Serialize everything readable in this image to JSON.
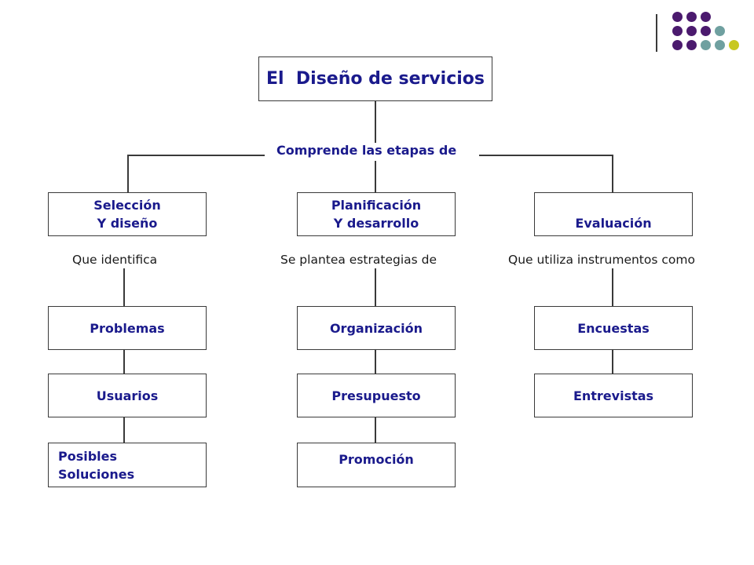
{
  "title": {
    "line1": "El",
    "line2": "Diseño de servicios"
  },
  "connector": "Comprende las etapas de",
  "stages": [
    {
      "line1": "Selección",
      "line2": "Y diseño",
      "relation": "Que identifica",
      "items": [
        {
          "line1": "Problemas"
        },
        {
          "line1": "Usuarios"
        },
        {
          "line1": "Posibles",
          "line2": "Soluciones"
        }
      ]
    },
    {
      "line1": "Planificación",
      "line2": "Y desarrollo",
      "relation": "Se plantea estrategias de",
      "items": [
        {
          "line1": "Organización"
        },
        {
          "line1": "Presupuesto"
        },
        {
          "line1": "Promoción"
        }
      ]
    },
    {
      "line1": "Evaluación",
      "relation": "Que utiliza instrumentos como",
      "items": [
        {
          "line1": "Encuestas"
        },
        {
          "line1": "Entrevistas"
        }
      ]
    }
  ],
  "colors": {
    "text": "#1a1a8c",
    "border": "#3a3a3a",
    "purple": "#4b1a6e",
    "teal": "#6fa0a0",
    "yellow": "#c8c820"
  }
}
